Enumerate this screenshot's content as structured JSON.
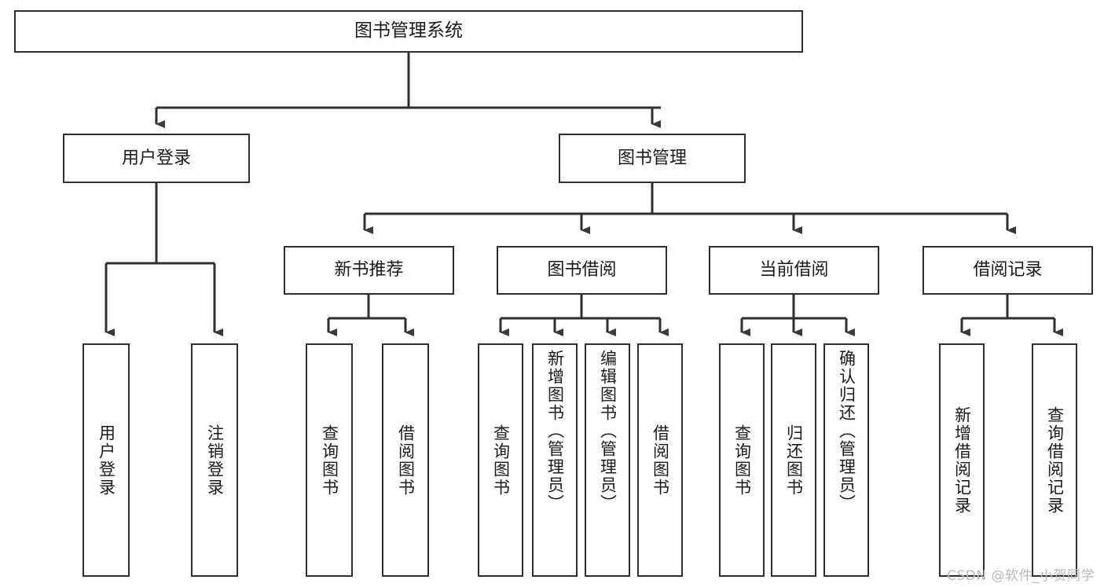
{
  "diagram": {
    "title": "图书管理系统",
    "type": "tree-hierarchy-chart",
    "line_color": "#2f2f2f",
    "box_fill": "#ffffff",
    "text_color": "#1a1a1a"
  },
  "root": {
    "label": "图书管理系统"
  },
  "level1": [
    {
      "label": "用户登录"
    },
    {
      "label": "图书管理"
    }
  ],
  "level2": [
    {
      "label": "新书推荐"
    },
    {
      "label": "图书借阅"
    },
    {
      "label": "当前借阅"
    },
    {
      "label": "借阅记录"
    }
  ],
  "leaves": {
    "user_login": [
      {
        "label": "用户登录"
      },
      {
        "label": "注销登录"
      }
    ],
    "new_book_recommend": [
      {
        "label": "查询图书"
      },
      {
        "label": "借阅图书"
      }
    ],
    "book_borrow": [
      {
        "label": "查询图书"
      },
      {
        "label": "新增图书（管理员）"
      },
      {
        "label": "编辑图书（管理员）"
      },
      {
        "label": "借阅图书"
      }
    ],
    "current_borrow": [
      {
        "label": "查询图书"
      },
      {
        "label": "归还图书"
      },
      {
        "label": "确认归还（管理员）"
      }
    ],
    "borrow_record": [
      {
        "label": "新增借阅记录"
      },
      {
        "label": "查询借阅记录"
      }
    ]
  },
  "watermark": {
    "text": "CSDN @软件_小贺同学"
  }
}
